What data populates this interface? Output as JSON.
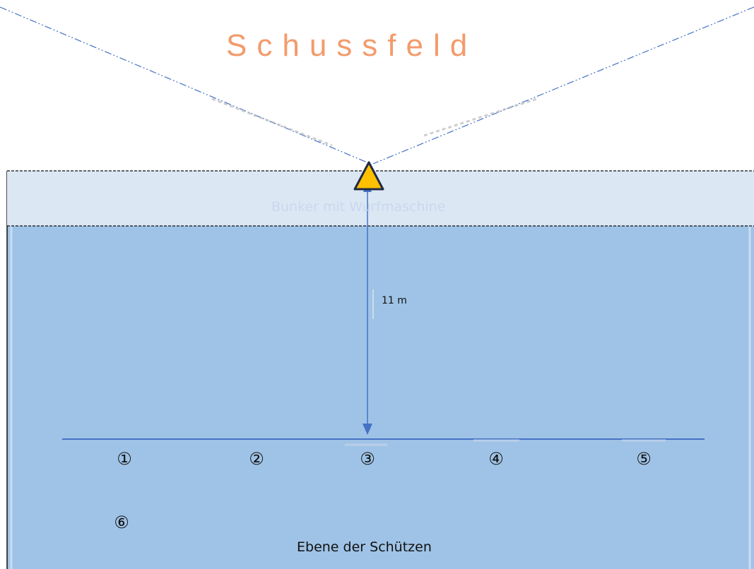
{
  "title": "Schussfeld",
  "bunker_label": "Bunker mit Wurfmaschine",
  "distance_label": "11 m",
  "positions": [
    "①",
    "②",
    "③",
    "④",
    "⑤",
    "⑥"
  ],
  "plane_label": "Ebene der Schützen",
  "colors": {
    "title": "#f39b6b",
    "field_fill": "#9fc3e6",
    "bunker_fill": "#dce7f4",
    "line": "#4472c4",
    "machine_fill": "#ffc000"
  },
  "icons": {
    "throwing_machine": "warning-triangle-icon"
  }
}
